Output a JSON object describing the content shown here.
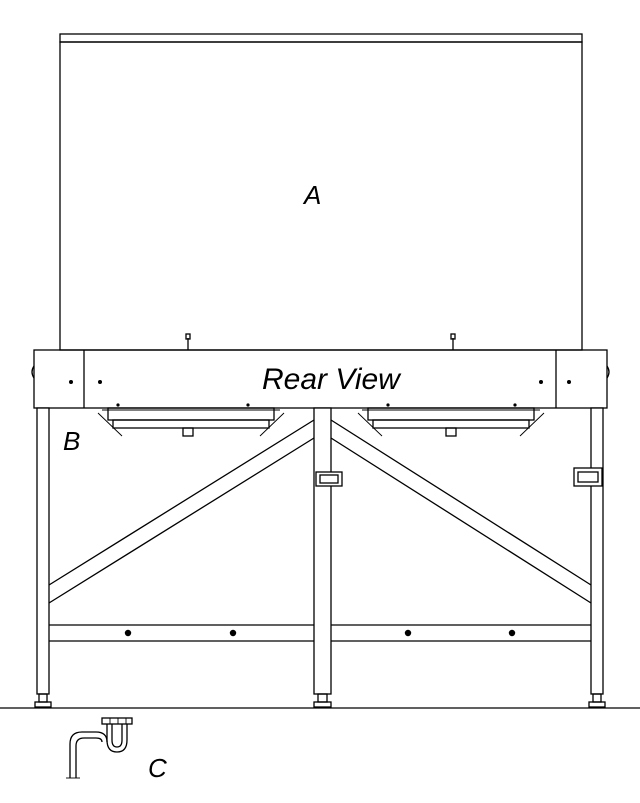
{
  "labels": {
    "a": "A",
    "b": "B",
    "c": "C",
    "view_title": "Rear View"
  },
  "colors": {
    "line": "#000000",
    "background": "#ffffff"
  },
  "icons": [
    "p-trap-drain-icon"
  ]
}
